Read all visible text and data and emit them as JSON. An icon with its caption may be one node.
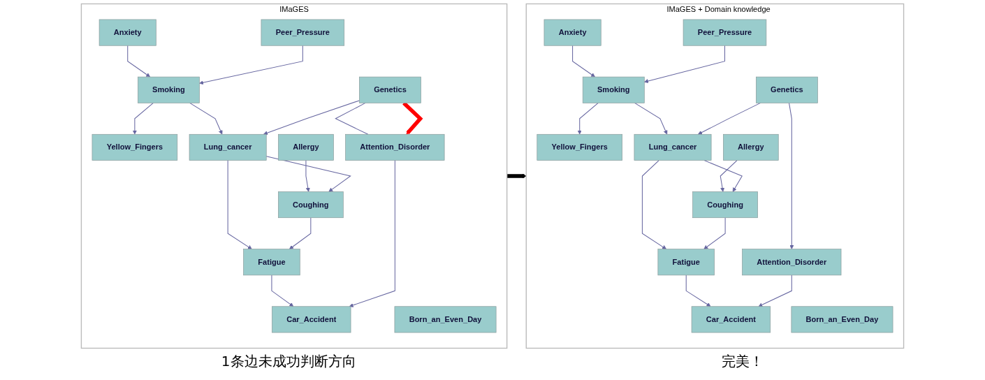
{
  "diagram": {
    "nodes": [
      {
        "text": [
          "IMaGES"
        ],
        "beside": [
          "1条边未成功判断方向"
        ]
      },
      {
        "text": [
          "Peer_Pressure"
        ],
        "in": 0
      },
      {
        "text": [
          "Anxiety"
        ],
        "in": 0
      },
      {
        "text": [
          "Born_an_Even_Day"
        ],
        "in": 0
      },
      {
        "text": [
          "Yellow_Fingers"
        ],
        "in": 0
      },
      {
        "text": [
          "Smoking"
        ],
        "in": 0
      },
      {
        "text": [
          "Genetics"
        ],
        "in": 0
      },
      {
        "text": [
          "Allergy"
        ],
        "in": 0
      },
      {
        "text": [
          "Lung_cancer"
        ],
        "in": 0
      },
      {
        "text": [
          "Attention_Disorder"
        ],
        "in": 0
      },
      {
        "text": [
          "Coughing"
        ],
        "in": 0
      },
      {
        "text": [
          "Fatigue"
        ],
        "in": 0
      },
      {
        "text": [
          "Car_Accident"
        ],
        "in": 0
      },
      {
        "text": [
          "IMaGES + Domain knowledge"
        ],
        "beside": [
          "完美！"
        ]
      },
      {
        "text": [
          "Anxiety"
        ],
        "in": 13
      },
      {
        "text": [
          "Peer_Pressure"
        ],
        "in": 13
      },
      {
        "text": [
          "Born_an_Even_Day"
        ],
        "in": 13
      },
      {
        "text": [
          "Yellow_Fingers"
        ],
        "in": 13
      },
      {
        "text": [
          "Smoking"
        ],
        "in": 13
      },
      {
        "text": [
          "Genetics"
        ],
        "in": 13
      },
      {
        "text": [
          "Allergy"
        ],
        "in": 13
      },
      {
        "text": [
          "Lung_cancer"
        ],
        "in": 13
      },
      {
        "text": [
          "Attention_Disorder"
        ],
        "in": 13
      },
      {
        "text": [
          "Coughing"
        ],
        "in": 13
      },
      {
        "text": [
          "Fatigue"
        ],
        "in": 13
      },
      {
        "text": [
          "Car_Accident"
        ],
        "in": 13
      }
    ],
    "edges": [
      {
        "from": 2,
        "to": 5,
        "arrow": "to"
      },
      {
        "from": 1,
        "to": 5,
        "arrow": "to"
      },
      {
        "from": 5,
        "to": 4,
        "arrow": "to"
      },
      {
        "from": 5,
        "to": 8,
        "arrow": "to"
      },
      {
        "from": 6,
        "to": 8,
        "arrow": "to"
      },
      {
        "from": 6,
        "to": 9,
        "arrow": "none"
      },
      {
        "from": 6,
        "to": 9,
        "arrow": "to",
        "style": "thick",
        "color": "#ff0000"
      },
      {
        "from": 7,
        "to": 10,
        "arrow": "to"
      },
      {
        "from": 8,
        "to": 10,
        "arrow": "to"
      },
      {
        "from": 8,
        "to": 11,
        "arrow": "to"
      },
      {
        "from": 10,
        "to": 11,
        "arrow": "to"
      },
      {
        "from": 11,
        "to": 12,
        "arrow": "to"
      },
      {
        "from": 9,
        "to": 12,
        "arrow": "to"
      },
      {
        "from": 14,
        "to": 18,
        "arrow": "to"
      },
      {
        "from": 15,
        "to": 18,
        "arrow": "to"
      },
      {
        "from": 18,
        "to": 17,
        "arrow": "to"
      },
      {
        "from": 18,
        "to": 21,
        "arrow": "to"
      },
      {
        "from": 19,
        "to": 21,
        "arrow": "to"
      },
      {
        "from": 19,
        "to": 22,
        "arrow": "to"
      },
      {
        "from": 20,
        "to": 23,
        "arrow": "to"
      },
      {
        "from": 21,
        "to": 23,
        "arrow": "to"
      },
      {
        "from": 21,
        "to": 24,
        "arrow": "to"
      },
      {
        "from": 23,
        "to": 24,
        "arrow": "to"
      },
      {
        "from": 24,
        "to": 25,
        "arrow": "to"
      },
      {
        "from": 22,
        "to": 25,
        "arrow": "to"
      },
      {
        "from": 0,
        "to": 13,
        "arrow": "to",
        "style": "thick",
        "color": "#000000"
      }
    ]
  }
}
